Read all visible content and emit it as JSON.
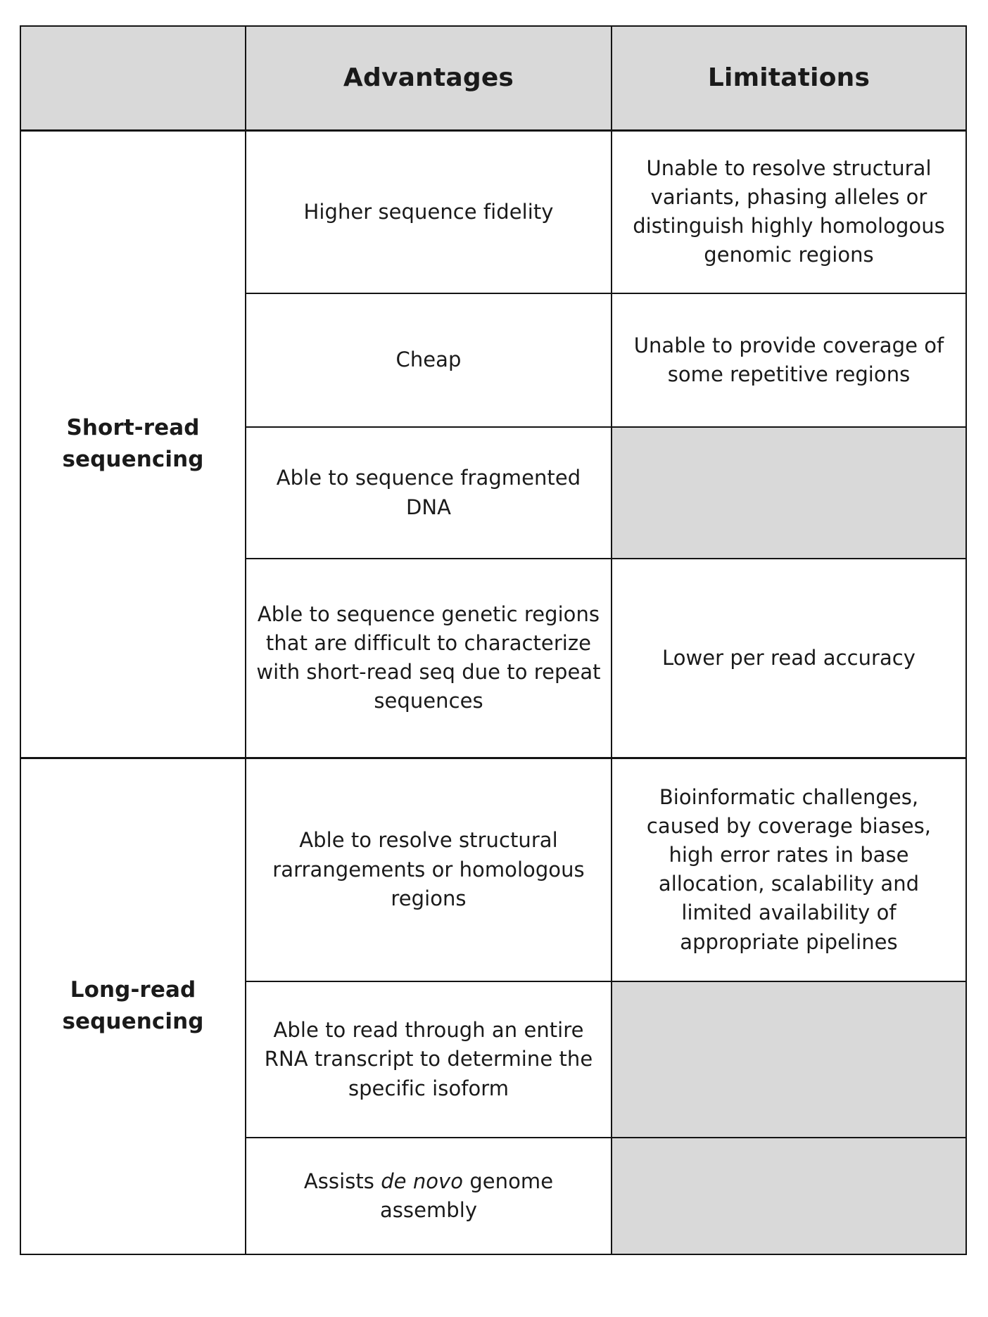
{
  "table": {
    "columns": [
      {
        "key": "row_label",
        "header": ""
      },
      {
        "key": "advantages",
        "header": "Advantages"
      },
      {
        "key": "limitations",
        "header": "Limitations"
      }
    ],
    "header": {
      "blank": "",
      "advantages": "Advantages",
      "limitations": "Limitations"
    },
    "colors": {
      "header_background": "#d9d9d9",
      "empty_cell_background": "#d9d9d9",
      "cell_background": "#ffffff",
      "border": "#141414",
      "text": "#1a1a1a"
    },
    "sections": [
      {
        "label_line1": "Short-read",
        "label_line2": "sequencing",
        "label_full": "Short-read sequencing",
        "rows": [
          {
            "advantages": "Higher sequence fidelity",
            "limitations": "Unable to resolve structural variants, phasing alleles or distinguish highly homologous genomic regions",
            "limitations_empty": false
          },
          {
            "advantages": "Cheap",
            "limitations": "Unable to provide coverage of some repetitive regions",
            "limitations_empty": false
          },
          {
            "advantages": "Able to sequence fragmented DNA",
            "limitations": "",
            "limitations_empty": true
          },
          {
            "advantages": "Able to sequence genetic regions that are difficult to characterize with short-read seq due to repeat sequences",
            "limitations": "Lower per read accuracy",
            "limitations_empty": false
          }
        ]
      },
      {
        "label_line1": "Long-read",
        "label_line2": "sequencing",
        "label_full": "Long-read sequencing",
        "rows": [
          {
            "advantages": "Able to resolve structural rarrangements or homologous regions",
            "limitations": "Bioinformatic challenges, caused by coverage biases, high error rates in base allocation, scalability and limited availability of appropriate pipelines",
            "limitations_empty": false
          },
          {
            "advantages": "Able to read through an entire RNA transcript to determine the specific isoform",
            "limitations": "",
            "limitations_empty": true
          },
          {
            "advantages_prefix": "Assists ",
            "advantages_italic": "de novo",
            "advantages_suffix": " genome assembly",
            "advantages": "Assists de novo genome assembly",
            "limitations": "",
            "limitations_empty": true
          }
        ]
      }
    ]
  }
}
